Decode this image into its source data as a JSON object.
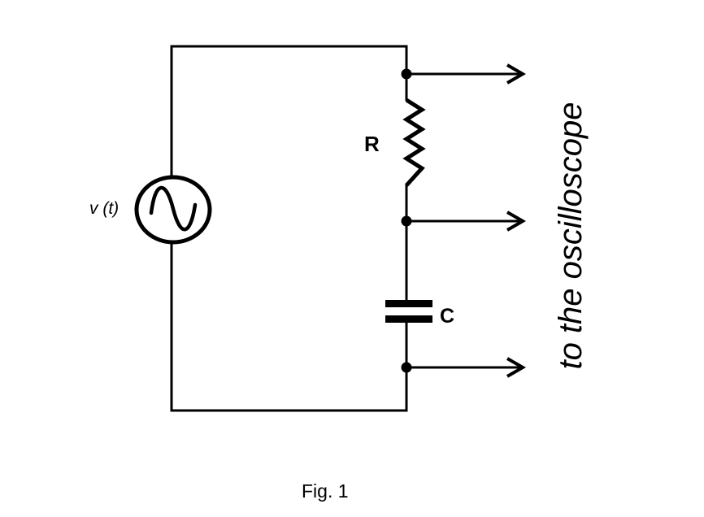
{
  "colors": {
    "line": "#000000",
    "background": "#ffffff"
  },
  "figure": {
    "source_label": "v (t)",
    "resistor_label": "R",
    "capacitor_label": "C",
    "output_label": "to the oscilloscope",
    "caption": "Fig. 1"
  }
}
